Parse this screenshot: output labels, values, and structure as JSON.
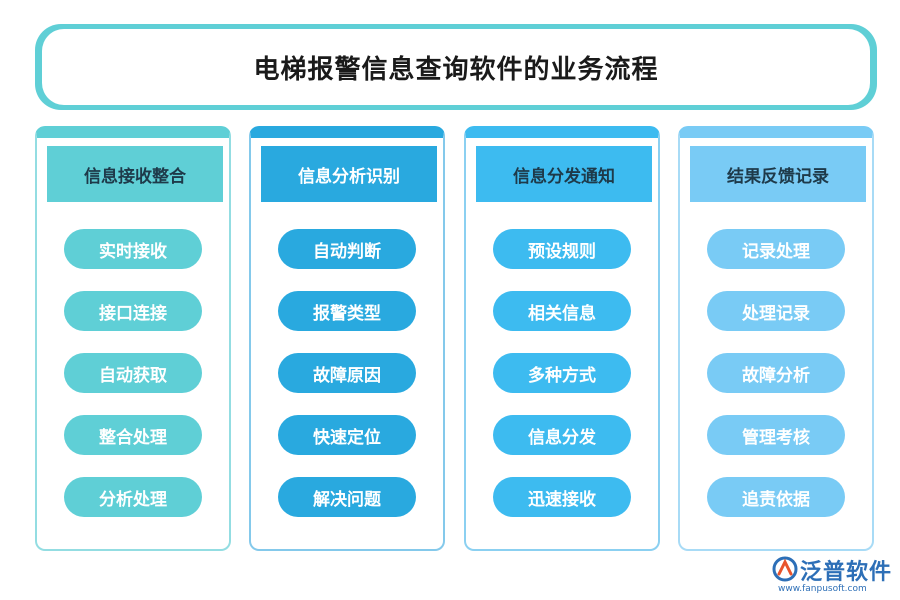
{
  "title": "电梯报警信息查询软件的业务流程",
  "columns": [
    {
      "header": "信息接收整合",
      "items": [
        "实时接收",
        "接口连接",
        "自动获取",
        "整合处理",
        "分析处理"
      ]
    },
    {
      "header": "信息分析识别",
      "items": [
        "自动判断",
        "报警类型",
        "故障原因",
        "快速定位",
        "解决问题"
      ]
    },
    {
      "header": "信息分发通知",
      "items": [
        "预设规则",
        "相关信息",
        "多种方式",
        "信息分发",
        "迅速接收"
      ]
    },
    {
      "header": "结果反馈记录",
      "items": [
        "记录处理",
        "处理记录",
        "故障分析",
        "管理考核",
        "追责依据"
      ]
    }
  ],
  "logo": {
    "name": "泛普软件",
    "url": "www.fanpusoft.com",
    "icon": "fanpu-logo-icon"
  },
  "colors": {
    "teal": "#5fcfd6",
    "blue": "#29a9df",
    "sky": "#3dbbf0",
    "light_blue": "#79cbf5",
    "logo_blue": "#2d6fb7"
  }
}
